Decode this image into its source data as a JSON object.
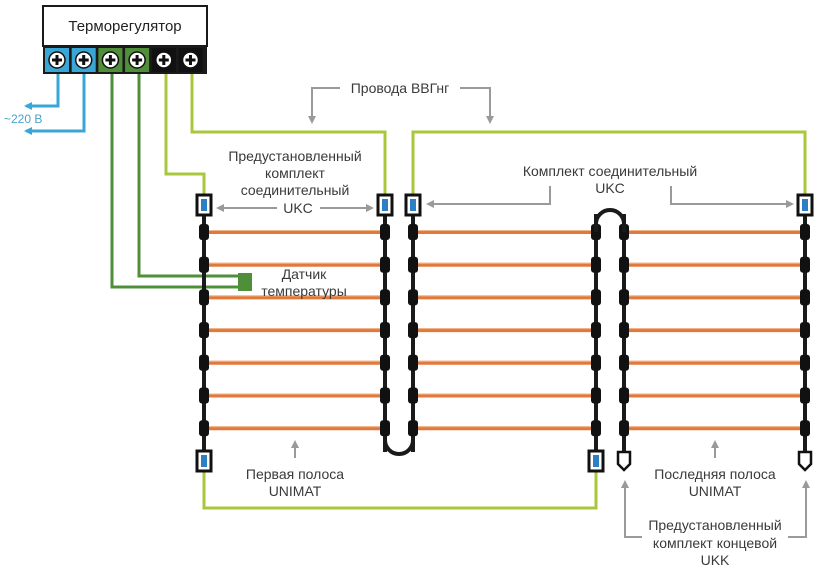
{
  "diagram": {
    "thermostat": {
      "title": "Терморегулятор",
      "terminals": [
        {
          "name": "power-terminal-1",
          "color": "#3aa6d6",
          "icon": "screw-plus-icon"
        },
        {
          "name": "power-terminal-2",
          "color": "#3aa6d6",
          "icon": "screw-plus-icon"
        },
        {
          "name": "sensor-terminal-1",
          "color": "#4f8f3a",
          "icon": "screw-plus-icon"
        },
        {
          "name": "sensor-terminal-2",
          "color": "#4f8f3a",
          "icon": "screw-plus-icon"
        },
        {
          "name": "load-terminal-1",
          "color": "#111111",
          "icon": "screw-plus-icon"
        },
        {
          "name": "load-terminal-2",
          "color": "#111111",
          "icon": "screw-plus-icon"
        }
      ]
    },
    "labels": {
      "voltage": "~220 В",
      "wires": "Провода ВВГнг",
      "preinstalled_ukc": [
        "Предустановленный",
        "комплект",
        "соединительный",
        "UKC"
      ],
      "ukc_kit": [
        "Комплект соединительный",
        "UKC"
      ],
      "sensor": [
        "Датчик",
        "температуры"
      ],
      "first_strip": [
        "Первая полоса",
        "UNIMAT"
      ],
      "last_strip": [
        "Последняя полоса",
        "UNIMAT"
      ],
      "preinstalled_ukk": [
        "Предустановленный",
        "комплект концевой",
        "UKK"
      ]
    },
    "colors": {
      "power_wire": "#3aa6d6",
      "sensor_wire": "#4f8f3a",
      "load_wire": "#a8c83c",
      "heating_rung": "#e07a3c",
      "bus_cable": "#1a1a1a",
      "connector_inner": "#2f7fc4",
      "arrow": "#9a9a9a"
    },
    "strips": {
      "count": 3,
      "rungs_per_strip": 7
    }
  }
}
